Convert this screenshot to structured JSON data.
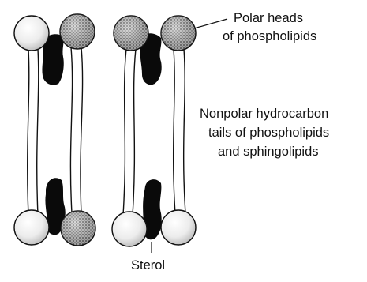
{
  "diagram": {
    "labels": {
      "polar_heads": [
        "Polar heads",
        "of phospholipids"
      ],
      "tails": [
        "Nonpolar hydrocarbon",
        "tails of phospholipids",
        "and sphingolipids"
      ],
      "sterol": "Sterol"
    },
    "head_types": {
      "plain": "light-gray-head",
      "stippled": "stippled-head"
    },
    "colors": {
      "outline": "#111111",
      "sterol": "#0a0a0a",
      "head_light": "#e6e6e6",
      "head_stipple": "#8c8c8c"
    }
  }
}
